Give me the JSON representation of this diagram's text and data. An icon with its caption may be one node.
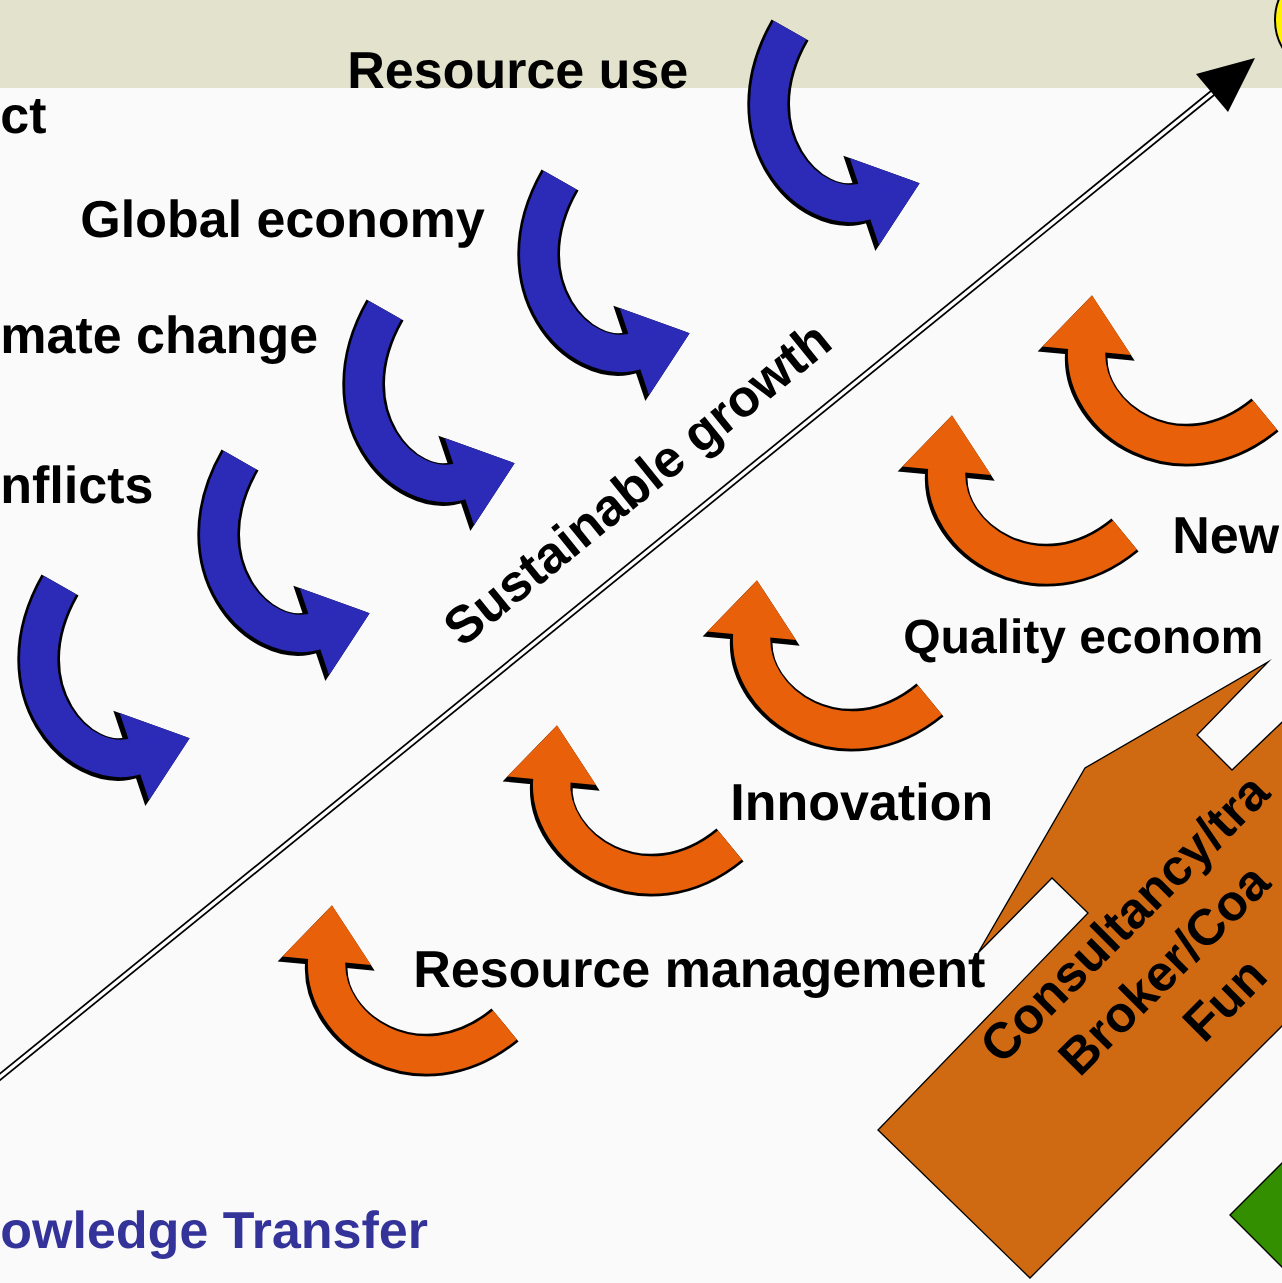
{
  "diagram": {
    "nodes": [
      {
        "text": [
          "Consultancy/tra",
          "Broker/Coa",
          "Fun"
        ]
      }
    ],
    "labels": [
      "ct",
      "Resource use",
      "Global economy",
      "mate change",
      "nflicts",
      "Sustainable growth",
      "New",
      "Quality econom",
      "Innovation",
      "Resource management",
      "owledge Transfer"
    ]
  }
}
